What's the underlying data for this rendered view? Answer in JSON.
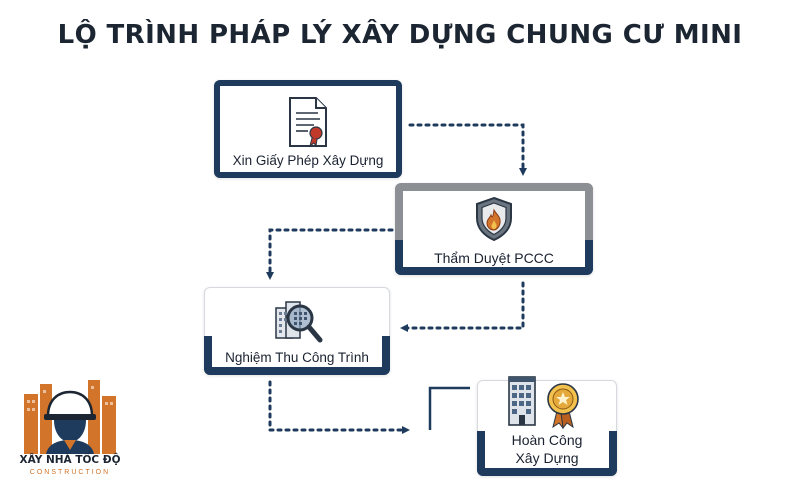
{
  "title": "LỘ TRÌNH PHÁP LÝ XÂY DỰNG CHUNG CƯ MINI",
  "steps": [
    {
      "label": "Xin Giấy Phép Xây Dựng",
      "icon": "document-seal-icon"
    },
    {
      "label": "Thẩm Duyệt PCCC",
      "icon": "fire-shield-icon"
    },
    {
      "label": "Nghiệm Thu Công Trình",
      "icon": "building-magnifier-icon"
    },
    {
      "label_line1": "Hoàn Công",
      "label_line2": "Xây Dựng",
      "icon": "building-medal-icon"
    }
  ],
  "logo": {
    "brand": "XÂY NHÀ TỐC ĐỘ",
    "subtitle": "CONSTRUCTION",
    "icon": "worker-buildings-logo"
  },
  "colors": {
    "navy": "#1e3a5c",
    "grey": "#8c8f93",
    "orange": "#d2742a",
    "text": "#1c2532"
  }
}
